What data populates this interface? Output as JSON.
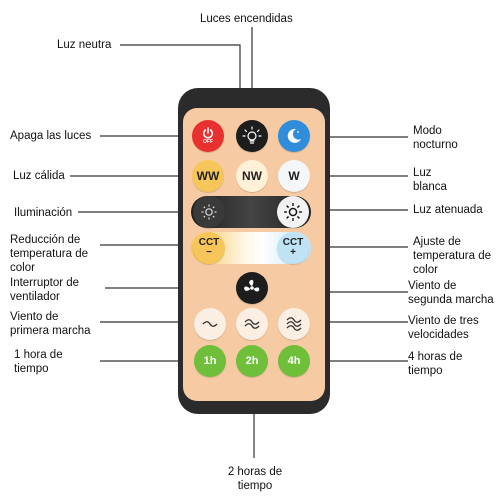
{
  "labels": {
    "luces_encendidas": "Luces encendidas",
    "luz_neutra": "Luz neutra",
    "apaga_las_luces": "Apaga las luces",
    "modo_nocturno": "Modo\nnocturno",
    "luz_calida": "Luz cálida",
    "luz_blanca": "Luz\nblanca",
    "iluminacion": "Iluminación",
    "luz_atenuada": "Luz atenuada",
    "reduccion_temperatura": "Reducción de\ntemperatura de\ncolor",
    "ajuste_temperatura": "Ajuste de\ntemperatura de\ncolor",
    "interruptor_ventilador": "Interruptor de\nventilador",
    "viento_segunda": "Viento de\nsegunda marcha",
    "viento_primera": "Viento de\nprimera marcha",
    "viento_tres": "Viento de tres\nvelocidades",
    "una_hora": "1 hora de\ntiempo",
    "cuatro_horas": "4 horas de\ntiempo",
    "dos_horas": "2 horas de\ntiempo"
  },
  "buttons": {
    "off": "OFF",
    "ww": "WW",
    "nw": "NW",
    "w": "W",
    "cct_minus": "CCT\n−",
    "cct_plus": "CCT\n+",
    "t1": "1h",
    "t2": "2h",
    "t4": "4h"
  },
  "icons": [
    "power-icon",
    "bulb-icon",
    "moon-icon",
    "sun-dim-icon",
    "sun-bright-icon",
    "fan-icon",
    "wave-1-icon",
    "wave-2-icon",
    "wave-3-icon"
  ],
  "colors": {
    "remote_body": "#2b2b2b",
    "remote_face": "#f6cba3",
    "off_red": "#e8312f",
    "night_blue": "#2f8ddb",
    "timer_green": "#6fbf3b"
  }
}
